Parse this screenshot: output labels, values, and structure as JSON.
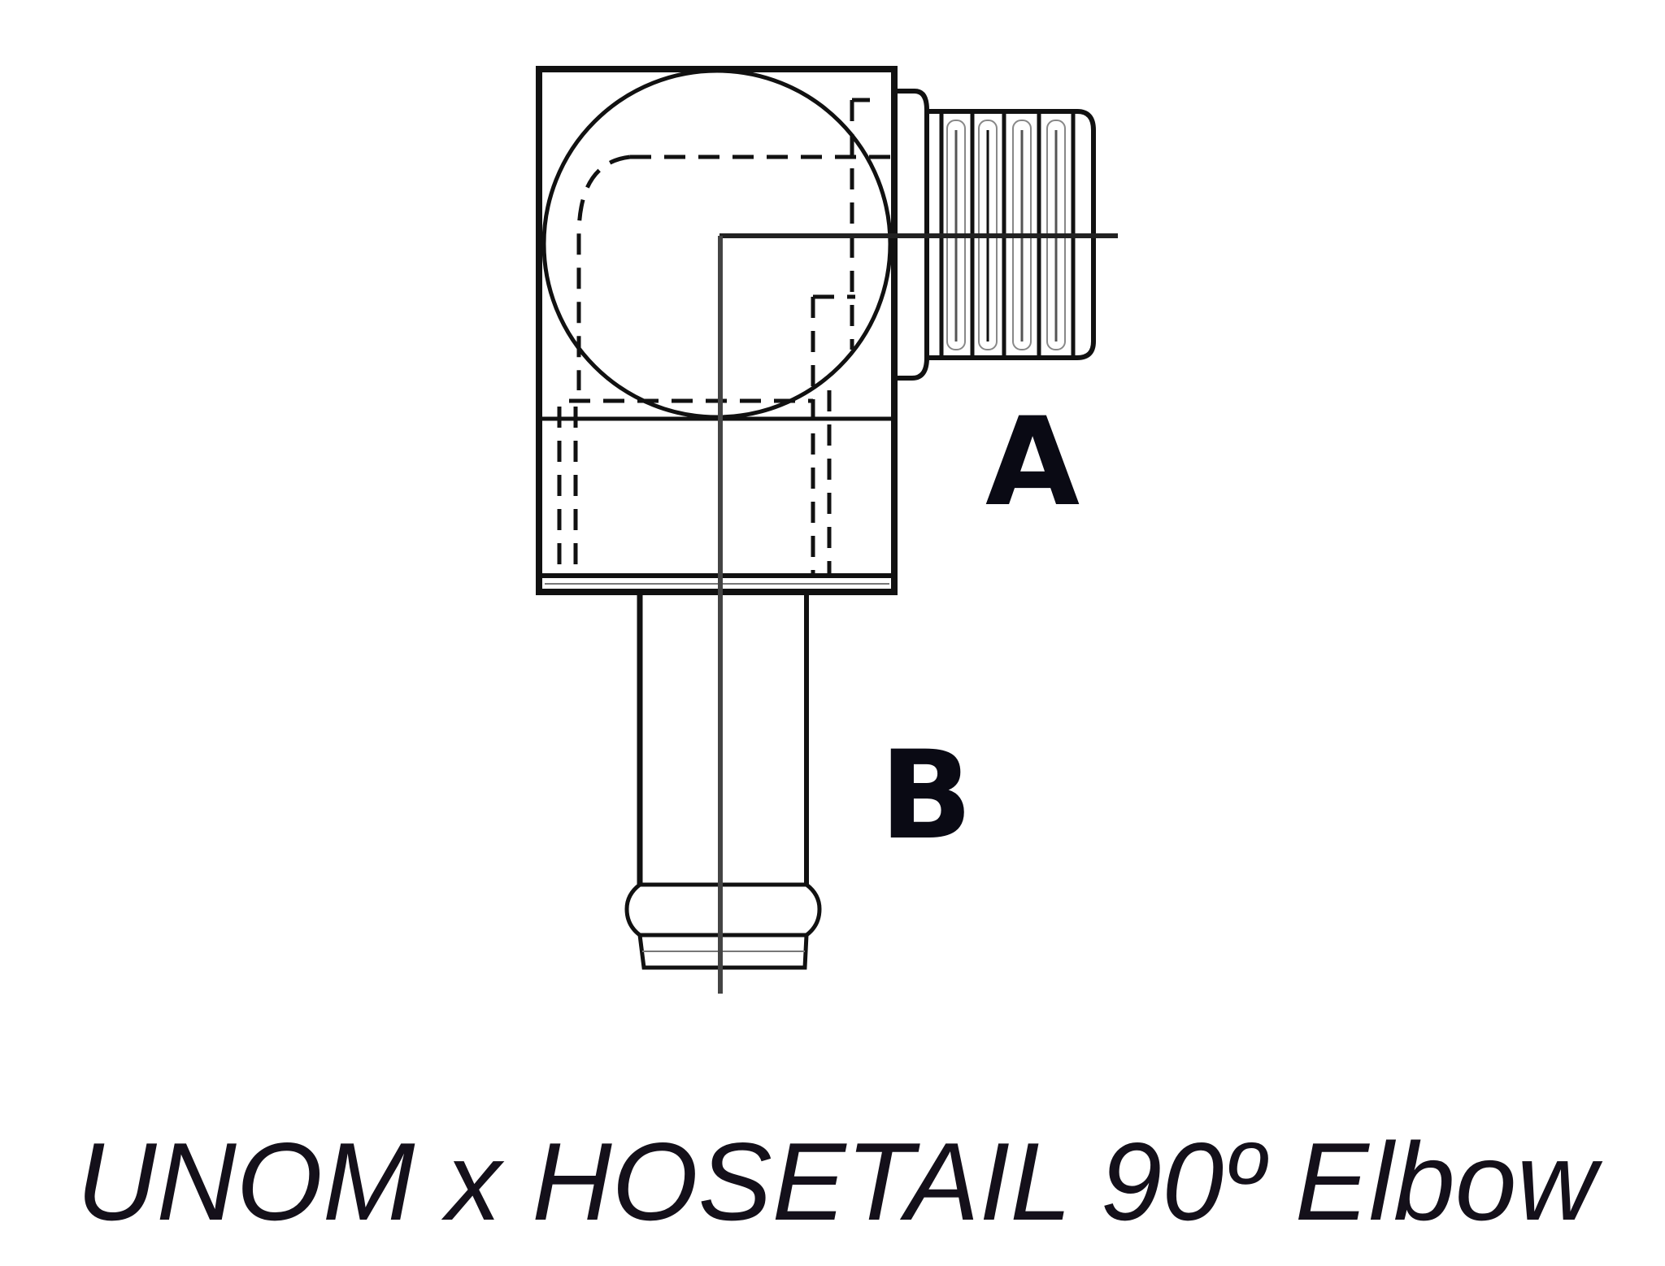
{
  "diagram": {
    "title": "UNOM x HOSETAIL 90º Elbow",
    "labels": {
      "port_a": "A",
      "port_b": "B"
    },
    "components": [
      {
        "id": "elbow-body",
        "description": "Square elbow body with spherical cavity"
      },
      {
        "id": "collar-nut",
        "description": "Rounded collar between body and thread"
      },
      {
        "id": "male-thread",
        "description": "UNO male threaded end (port A)"
      },
      {
        "id": "hosetail",
        "description": "Hosetail barb end (port B)"
      }
    ],
    "colors": {
      "line": "#111111",
      "background": "#ffffff",
      "centerline": "#444444"
    }
  }
}
